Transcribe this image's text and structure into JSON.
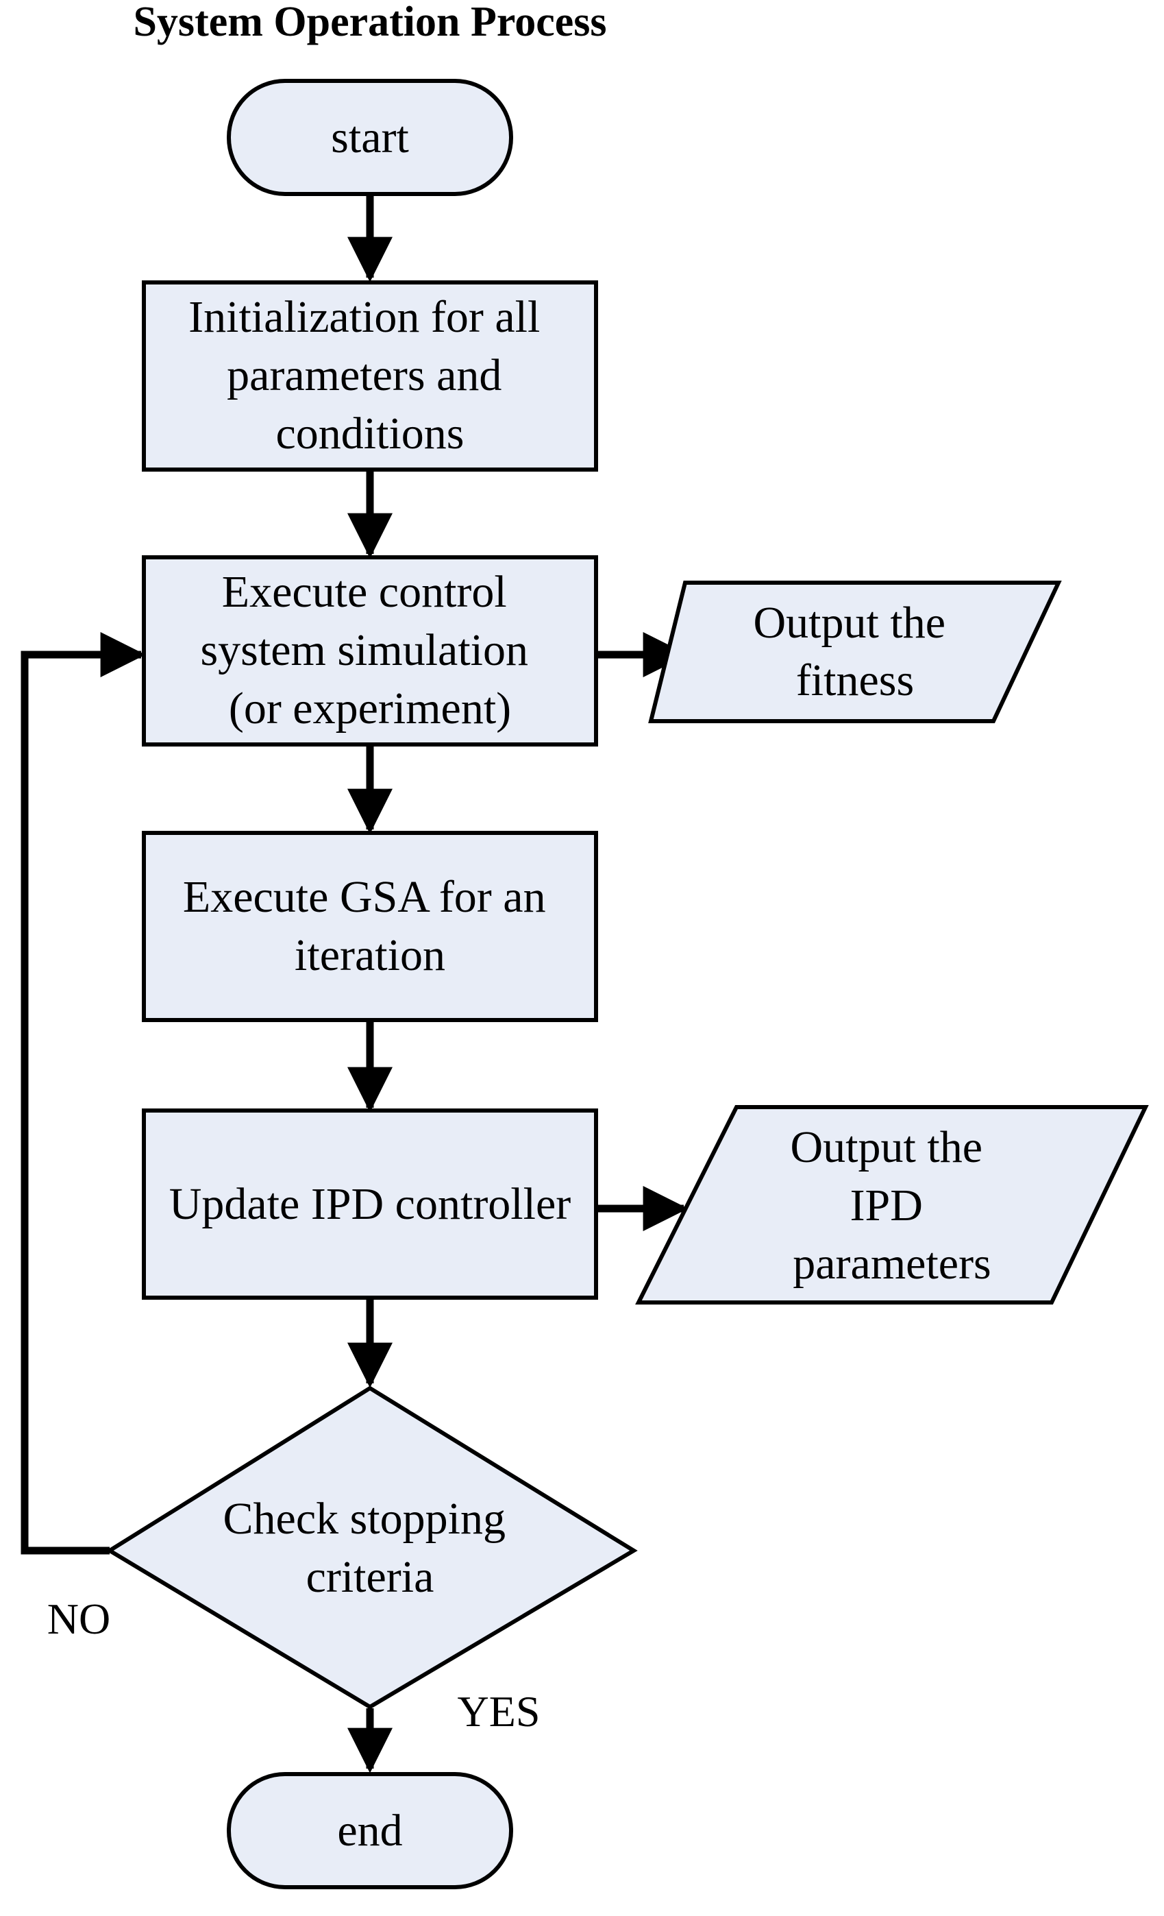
{
  "title": "System Operation Process",
  "colors": {
    "node_fill": "#e8edf7",
    "stroke": "#000000",
    "text": "#000000"
  },
  "nodes": {
    "start": {
      "shape": "terminal",
      "lines": [
        "start"
      ]
    },
    "init": {
      "shape": "process",
      "lines": [
        "Initialization for all",
        "parameters and",
        "conditions"
      ]
    },
    "simulate": {
      "shape": "process",
      "lines": [
        "Execute control",
        "system simulation",
        "(or experiment)"
      ]
    },
    "output_fitness": {
      "shape": "data",
      "lines": [
        "Output the",
        "fitness"
      ]
    },
    "gsa": {
      "shape": "process",
      "lines": [
        "Execute GSA for an",
        "iteration"
      ]
    },
    "update_ipd": {
      "shape": "process",
      "lines": [
        "Update IPD controller"
      ]
    },
    "output_ipd": {
      "shape": "data",
      "lines": [
        "Output the",
        "IPD",
        "parameters"
      ]
    },
    "check": {
      "shape": "decision",
      "lines": [
        "Check stopping",
        "criteria"
      ]
    },
    "end": {
      "shape": "terminal",
      "lines": [
        "end"
      ]
    }
  },
  "edges": [
    {
      "from": "start",
      "to": "init"
    },
    {
      "from": "init",
      "to": "simulate"
    },
    {
      "from": "simulate",
      "to": "output_fitness"
    },
    {
      "from": "simulate",
      "to": "gsa"
    },
    {
      "from": "gsa",
      "to": "update_ipd"
    },
    {
      "from": "update_ipd",
      "to": "output_ipd"
    },
    {
      "from": "update_ipd",
      "to": "check"
    },
    {
      "from": "check",
      "to": "simulate",
      "label": "NO"
    },
    {
      "from": "check",
      "to": "end",
      "label": "YES"
    }
  ]
}
